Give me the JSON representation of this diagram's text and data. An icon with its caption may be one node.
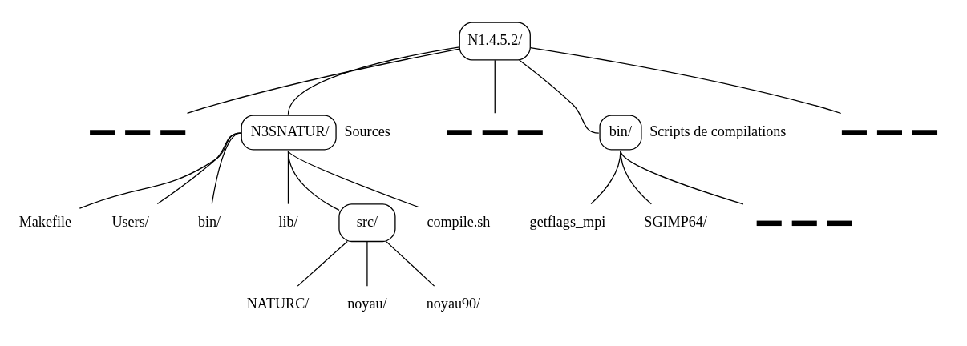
{
  "diagram": {
    "nodes": [
      {
        "text": [
          "N1.4.5.2/"
        ]
      },
      {
        "text": [],
        "shape": "bar"
      },
      {
        "text": [
          "N3SNATUR/"
        ],
        "beside": [
          "Sources"
        ]
      },
      {
        "text": [],
        "shape": "bar"
      },
      {
        "text": [
          "bin/"
        ],
        "beside": [
          "Scripts de compilations"
        ]
      },
      {
        "text": [],
        "shape": "bar"
      },
      {
        "text": [
          "Makefile"
        ]
      },
      {
        "text": [
          "Users/"
        ]
      },
      {
        "text": [
          "bin/"
        ]
      },
      {
        "text": [
          "lib/"
        ]
      },
      {
        "text": [
          "src/"
        ]
      },
      {
        "text": [
          "compile.sh"
        ]
      },
      {
        "text": [
          "getflags_mpi"
        ]
      },
      {
        "text": [
          "SGIMP64/"
        ]
      },
      {
        "text": [],
        "shape": "bar"
      },
      {
        "text": [
          "NATURC/"
        ]
      },
      {
        "text": [
          "noyau/"
        ]
      },
      {
        "text": [
          "noyau90/"
        ]
      }
    ],
    "edges": [
      {
        "from": 0,
        "to": 1,
        "arrow": "none"
      },
      {
        "from": 0,
        "to": 2,
        "arrow": "none"
      },
      {
        "from": 0,
        "to": 3,
        "arrow": "none"
      },
      {
        "from": 0,
        "to": 4,
        "arrow": "none"
      },
      {
        "from": 0,
        "to": 5,
        "arrow": "none"
      },
      {
        "from": 2,
        "to": 6,
        "arrow": "none"
      },
      {
        "from": 2,
        "to": 7,
        "arrow": "none"
      },
      {
        "from": 2,
        "to": 8,
        "arrow": "none"
      },
      {
        "from": 2,
        "to": 9,
        "arrow": "none"
      },
      {
        "from": 2,
        "to": 10,
        "arrow": "none"
      },
      {
        "from": 2,
        "to": 11,
        "arrow": "none"
      },
      {
        "from": 4,
        "to": 12,
        "arrow": "none"
      },
      {
        "from": 4,
        "to": 13,
        "arrow": "none"
      },
      {
        "from": 4,
        "to": 14,
        "arrow": "none"
      },
      {
        "from": 10,
        "to": 15,
        "arrow": "none"
      },
      {
        "from": 10,
        "to": 16,
        "arrow": "none"
      },
      {
        "from": 10,
        "to": 17,
        "arrow": "none"
      }
    ]
  }
}
